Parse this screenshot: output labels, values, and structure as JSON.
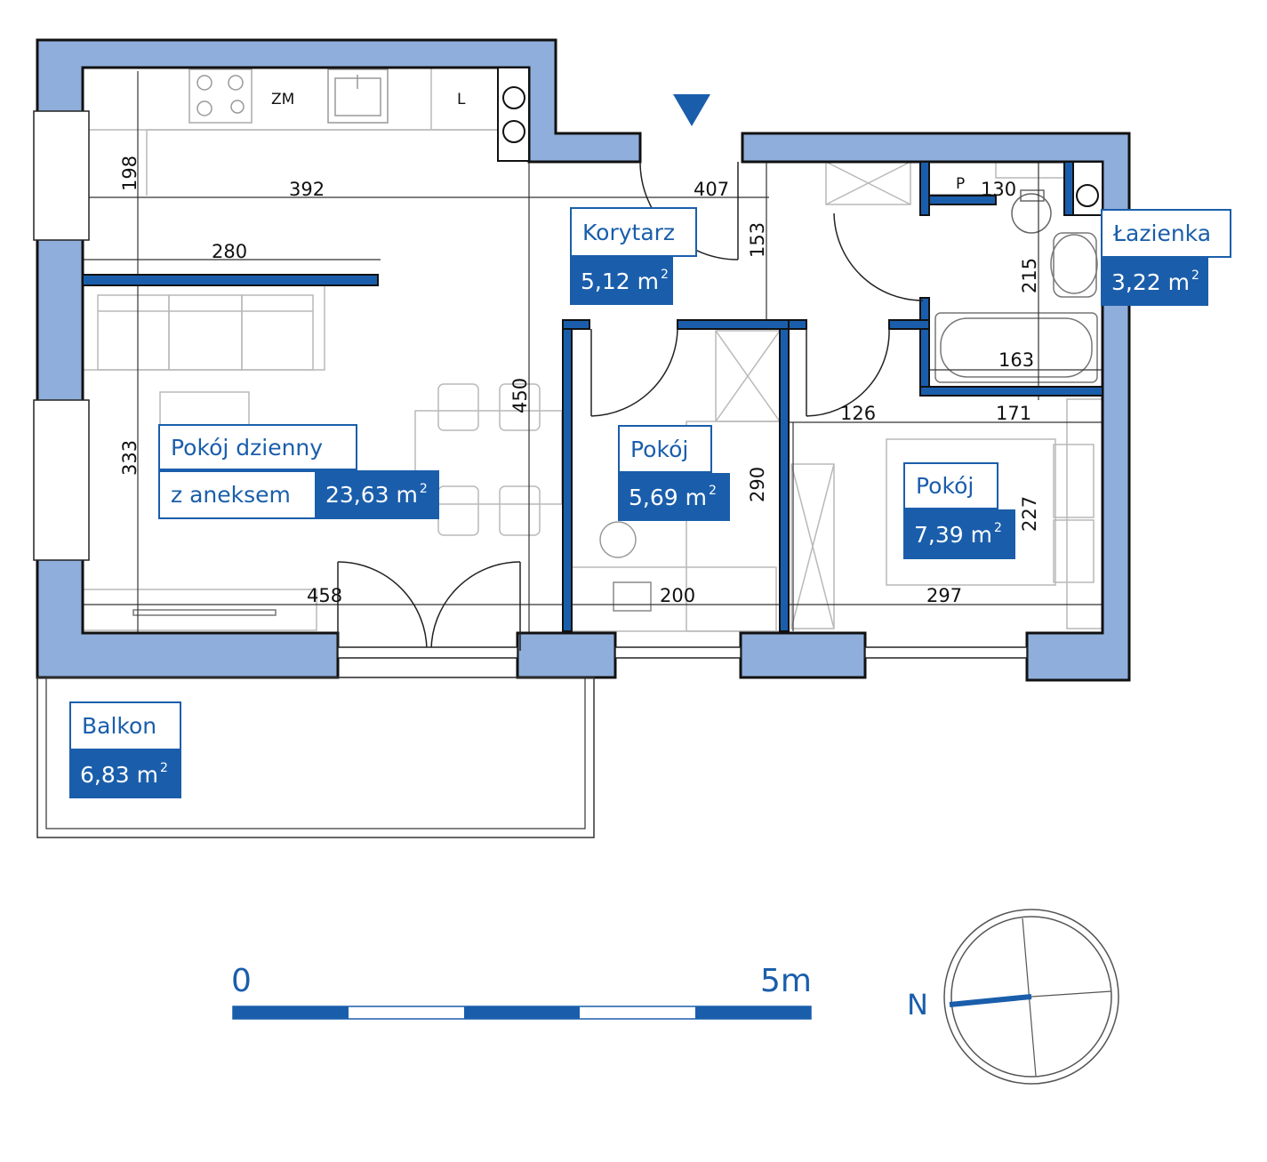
{
  "rooms": {
    "living": {
      "name_line1": "Pokój dzienny",
      "name_line2": "z aneksem",
      "area": "23,63 m",
      "unit_sup": "2"
    },
    "corridor": {
      "name": "Korytarz",
      "area": "5,12 m",
      "unit_sup": "2"
    },
    "room1": {
      "name": "Pokój",
      "area": "5,69 m",
      "unit_sup": "2"
    },
    "room2": {
      "name": "Pokój",
      "area": "7,39 m",
      "unit_sup": "2"
    },
    "bathroom": {
      "name": "Łazienka",
      "area": "3,22 m",
      "unit_sup": "2"
    },
    "balcony": {
      "name": "Balkon",
      "area": "6,83 m",
      "unit_sup": "2"
    }
  },
  "dimensions": {
    "d198": "198",
    "d392": "392",
    "d280": "280",
    "d333": "333",
    "d450": "450",
    "d458": "458",
    "d407": "407",
    "d153": "153",
    "d290": "290",
    "d200": "200",
    "d130": "130",
    "d215": "215",
    "d163": "163",
    "d126": "126",
    "d171": "171",
    "d227": "227",
    "d297": "297"
  },
  "fixtures": {
    "zm": "ZM",
    "l": "L",
    "p": "P"
  },
  "scale": {
    "start": "0",
    "end": "5m"
  },
  "compass": {
    "north": "N"
  },
  "colors": {
    "accent": "#1a5eab",
    "wall_fill": "#8faedb"
  }
}
